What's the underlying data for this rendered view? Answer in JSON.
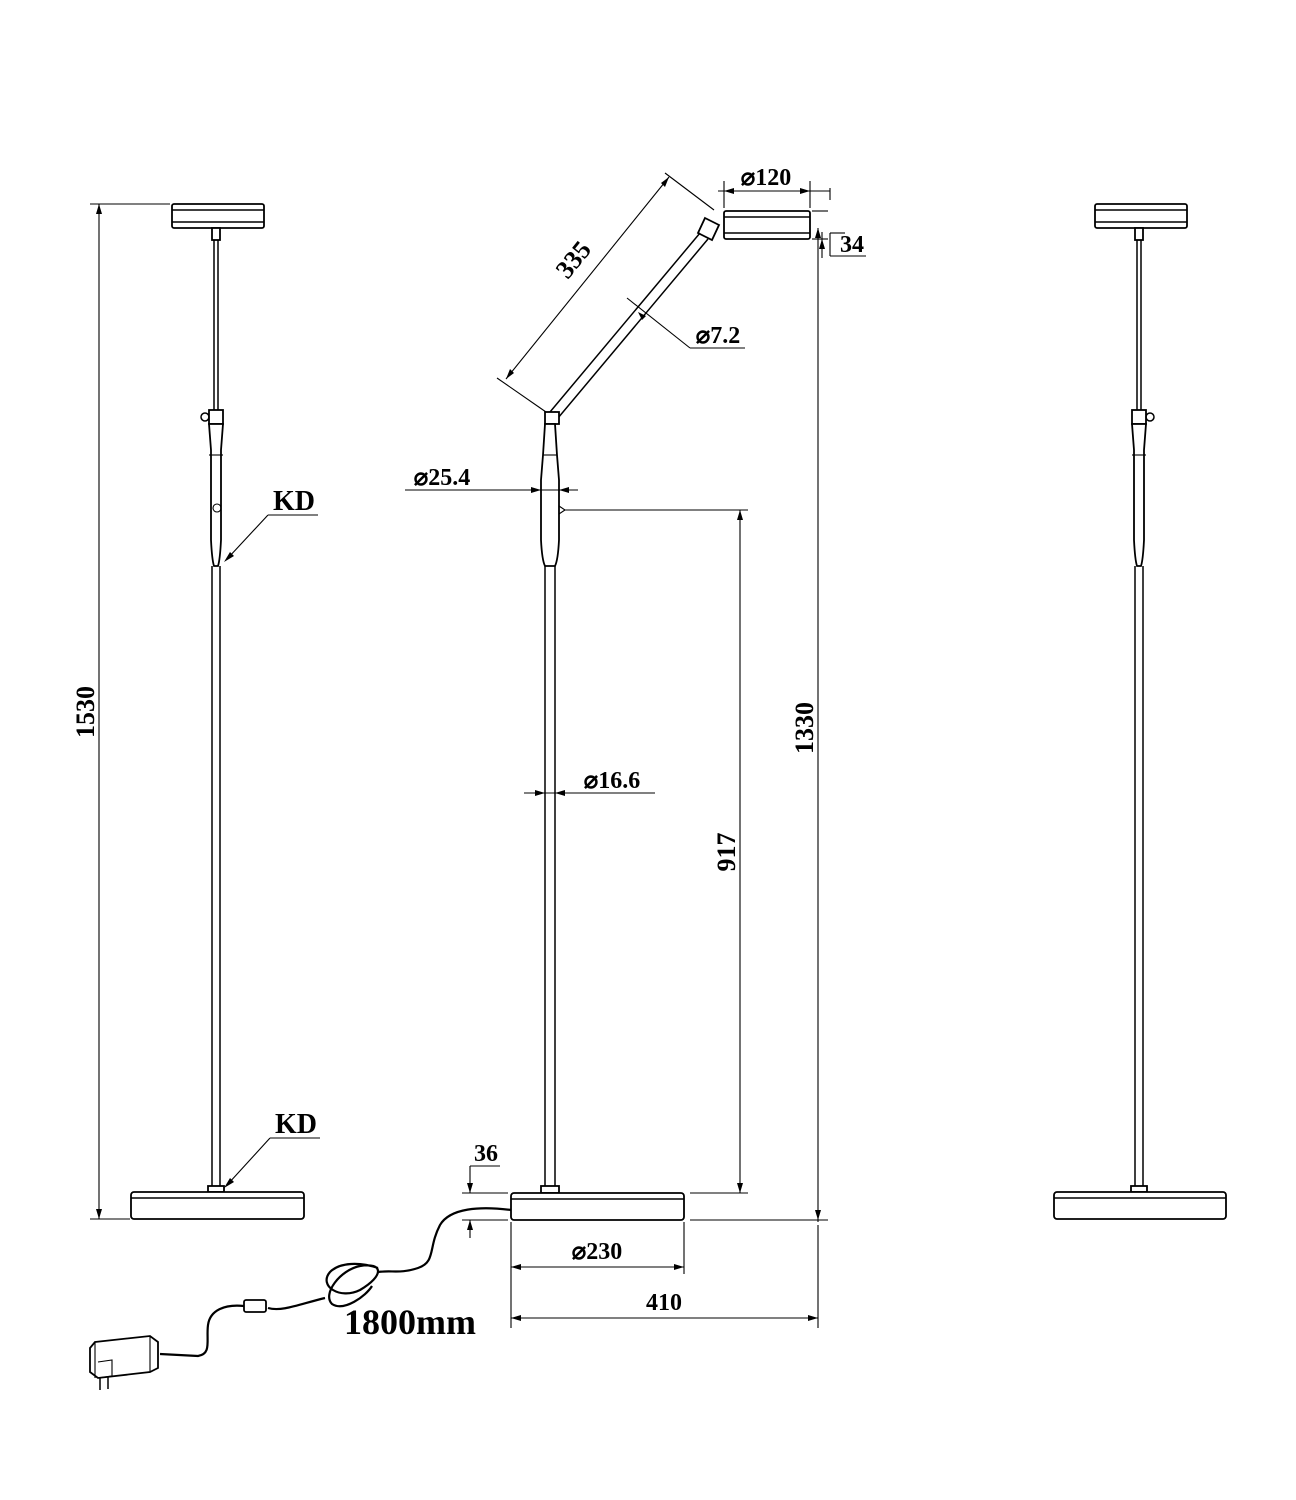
{
  "dimensions": {
    "total_height": "1530",
    "lamp_height": "1330",
    "switch_height": "917",
    "arm_length": "335",
    "head_diameter": "⌀120",
    "head_thickness": "34",
    "arm_diameter": "⌀7.2",
    "knob_diameter": "⌀25.4",
    "pole_diameter": "⌀16.6",
    "base_height": "36",
    "base_diameter": "⌀230",
    "overall_width": "410",
    "cable_length": "1800mm"
  },
  "labels": {
    "kd_upper": "KD",
    "kd_lower": "KD"
  }
}
